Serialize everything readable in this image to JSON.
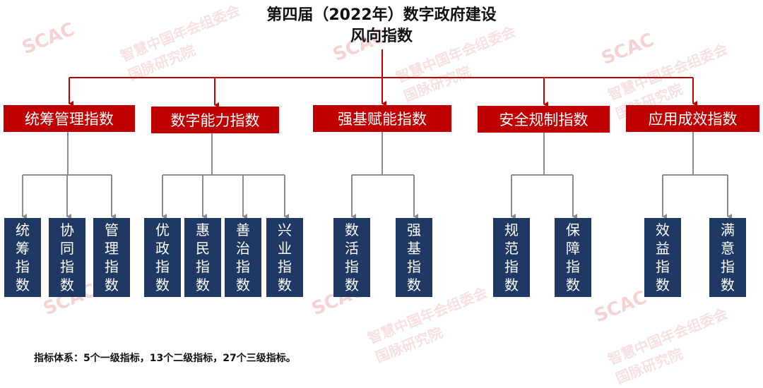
{
  "title": {
    "line1": "第四届（2022年）数字政府建设",
    "line2": "风向指数"
  },
  "colors": {
    "level1_fill": "#c00000",
    "level2_fill": "#1f3864",
    "red_connector": "#c00000",
    "grey_connector": "#8c8c8c"
  },
  "categories": [
    {
      "label": "统筹管理指数",
      "children": [
        "统筹指数",
        "协同指数",
        "管理指数"
      ]
    },
    {
      "label": "数字能力指数",
      "children": [
        "优政指数",
        "惠民指数",
        "善治指数",
        "兴业指数"
      ]
    },
    {
      "label": "强基赋能指数",
      "children": [
        "数活指数",
        "强基指数"
      ]
    },
    {
      "label": "安全规制指数",
      "children": [
        "规范指数",
        "保障指数"
      ]
    },
    {
      "label": "应用成效指数",
      "children": [
        "效益指数",
        "满意指数"
      ]
    }
  ],
  "footnote": "指标体系：5个一级指标，13个二级指标，27个三级指标。",
  "watermark": {
    "logo": "SCAC",
    "text1": "智慧中国年会组委会",
    "text2": "国脉研究院"
  }
}
